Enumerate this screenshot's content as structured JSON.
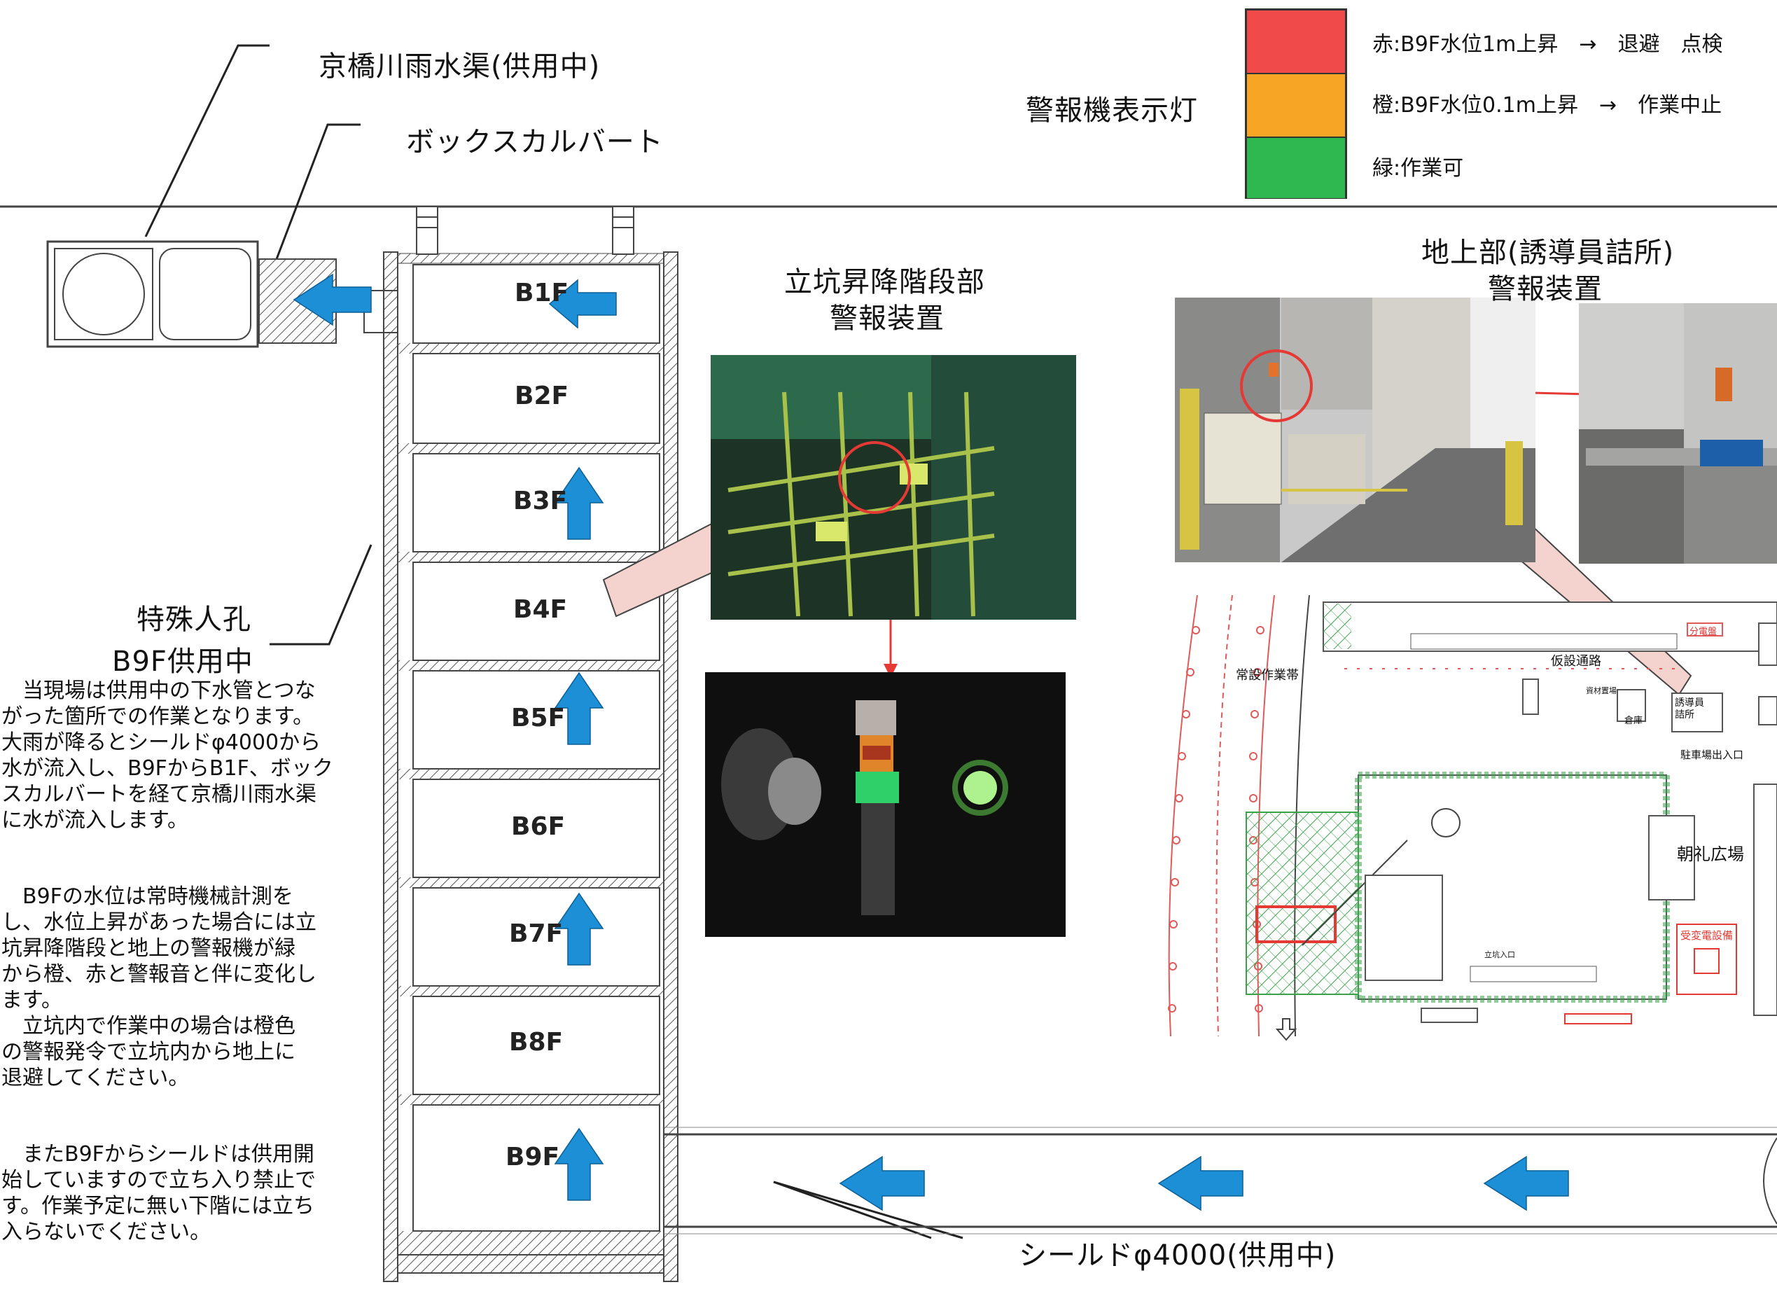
{
  "labels": {
    "canal": "京橋川雨水渠(供用中)",
    "box_culvert": "ボックスカルバート",
    "alarm_lamp": "警報機表示灯",
    "manhole_line1": "特殊人孔",
    "manhole_line2": "B9F供用中",
    "stair_alarm_line1": "立坑昇降階段部",
    "stair_alarm_line2": "警報装置",
    "ground_alarm_line1": "地上部(誘導員詰所)",
    "ground_alarm_line2": "警報装置",
    "shield": "シールドφ4000(供用中)"
  },
  "legend": {
    "red": {
      "text": "赤:B9F水位1m上昇　→　退避　点検",
      "color": "#f04a4a"
    },
    "orange": {
      "text": "橙:B9F水位0.1m上昇　→　作業中止",
      "color": "#f7a525"
    },
    "green": {
      "text": "緑:作業可",
      "color": "#2fb84f"
    }
  },
  "floors": [
    "B1F",
    "B2F",
    "B3F",
    "B4F",
    "B5F",
    "B6F",
    "B7F",
    "B8F",
    "B9F"
  ],
  "description": {
    "p1": "　当現場は供用中の下水管とつな\nがった箇所での作業となります。\n大雨が降るとシールドφ4000から\n水が流入し、B9FからB1F、ボック\nスカルバートを経て京橋川雨水渠\nに水が流入します。",
    "p2": "　B9Fの水位は常時機械計測を\nし、水位上昇があった場合には立\n坑昇降階段と地上の警報機が緑\nから橙、赤と警報音と伴に変化し\nます。\n　立坑内で作業中の場合は橙色\nの警報発令で立坑内から地上に\n退避してください。",
    "p3": "　またB9Fからシールドは供用開\n始していますので立ち入り禁止で\nす。作業予定に無い下階には立ち\n入らないでください。"
  },
  "site_plan": {
    "labels": [
      "常設作業帯",
      "誘導員\n詰所",
      "駐車場出入口",
      "朝礼広場",
      "受変電設備",
      "倉庫",
      "仮設通路",
      "分電盤",
      "立坑入口",
      "資材置場"
    ]
  },
  "colors": {
    "arrow_blue": "#1c8fd6",
    "callout_red": "#e53935",
    "pink_arrow": "#f4d3cf"
  }
}
